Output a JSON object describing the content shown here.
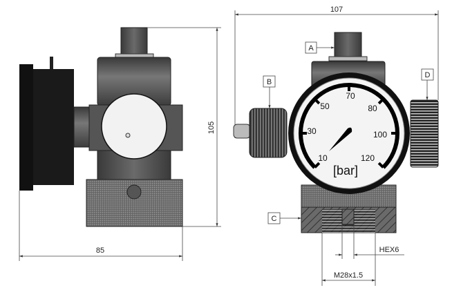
{
  "dimensions": {
    "height": "105",
    "width_side": "85",
    "width_front": "107",
    "hex": "HEX6",
    "thread": "M28x1.5"
  },
  "callouts": [
    "A",
    "B",
    "C",
    "D"
  ],
  "gauge": {
    "unit": "[bar]",
    "scale_labels": [
      "10",
      "30",
      "50",
      "70",
      "80",
      "100",
      "120"
    ]
  },
  "colors": {
    "body": "#5a5a5a",
    "gauge_ring": "#111111",
    "face": "#f4f4f4"
  }
}
